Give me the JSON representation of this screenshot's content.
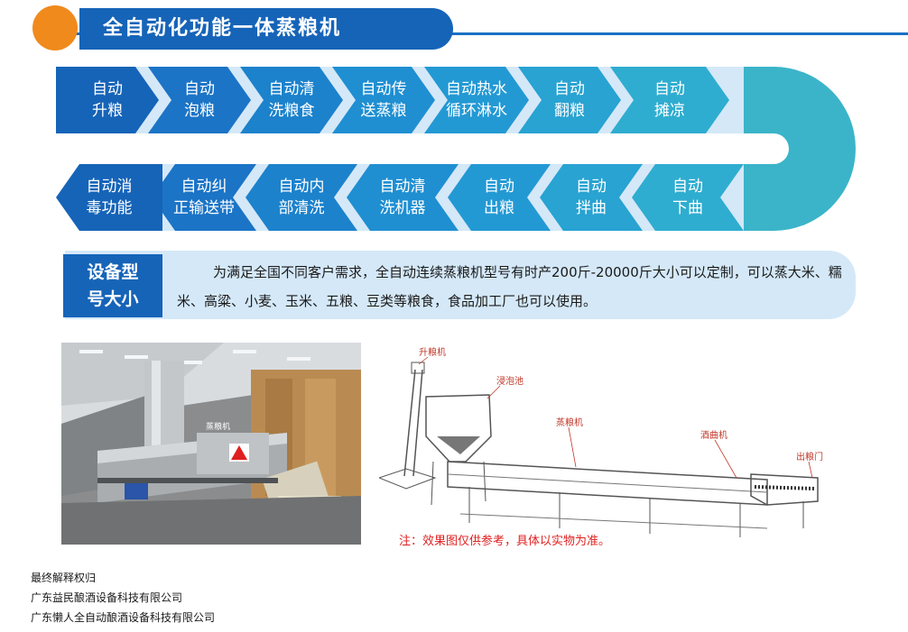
{
  "banner": {
    "title": "全自动化功能一体蒸粮机"
  },
  "flow_top": [
    {
      "label": "自动\n升粮"
    },
    {
      "label": "自动\n泡粮"
    },
    {
      "label": "自动清\n洗粮食"
    },
    {
      "label": "自动传\n送蒸粮"
    },
    {
      "label": "自动热水\n循环淋水"
    },
    {
      "label": "自动\n翻粮"
    },
    {
      "label": "自动\n摊凉"
    }
  ],
  "flow_bottom": [
    {
      "label": "自动\n下曲"
    },
    {
      "label": "自动\n拌曲"
    },
    {
      "label": "自动\n出粮"
    },
    {
      "label": "自动清\n洗机器"
    },
    {
      "label": "自动内\n部清洗"
    },
    {
      "label": "自动纠\n正输送带"
    },
    {
      "label": "自动消\n毒功能"
    }
  ],
  "spec": {
    "title": "设备型\n号大小",
    "text": "为满足全国不同客户需求，全自动连续蒸粮机型号有时产200斤-20000斤大小可以定制，可以蒸大米、糯米、高粱、小麦、玉米、五粮、豆类等粮食，食品加工厂也可以使用。"
  },
  "diagram": {
    "labels": {
      "lift": "升粮机",
      "soak": "浸泡池",
      "steam": "蒸粮机",
      "yeast": "酒曲机",
      "out": "出粮门"
    },
    "note": "注：效果图仅供参考，具体以实物为准。"
  },
  "photo": {
    "sign": "蒸粮机"
  },
  "footer": {
    "line1": "最终解释权归",
    "line2": "广东益民酿酒设备科技有限公司",
    "line3": "广东懒人全自动酿酒设备科技有限公司"
  },
  "colors": {
    "orange": "#f08a1c",
    "dark_blue": "#1664b8",
    "teal": "#3bb4c9",
    "light_blue": "#d4e8f8",
    "note_red": "#e02020"
  }
}
